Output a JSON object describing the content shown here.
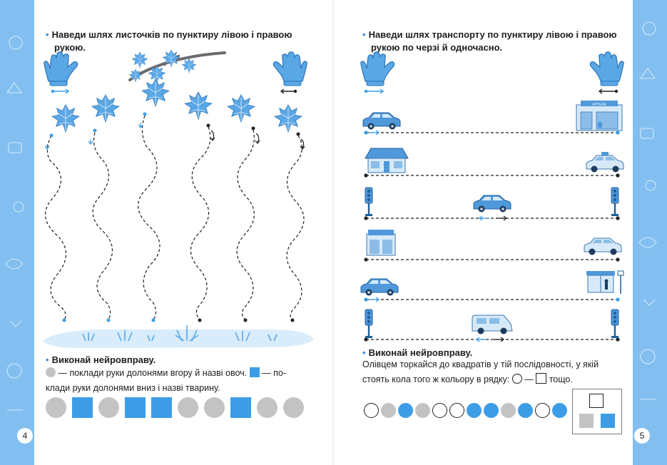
{
  "left_page": {
    "page_number": "4",
    "task1": {
      "line1": "Наведи шлях листочків по пунктиру лівою і правою",
      "line2": "рукою."
    },
    "task2": {
      "title": "Виконай нейровправу.",
      "line1_a": "— поклади руки долонями вгору й назві овоч.",
      "line1_b": "— по-",
      "line2": "клади руки долонями вниз і назві тварину."
    },
    "sequence": [
      "circle",
      "square",
      "circle",
      "square",
      "square",
      "circle",
      "circle",
      "square",
      "circle",
      "circle"
    ]
  },
  "right_page": {
    "page_number": "5",
    "task1": {
      "line1": "Наведи шлях транспорту по пунктиру лівою і правою",
      "line2": "рукою по черзі й одночасно."
    },
    "task2": {
      "title": "Виконай нейровправу.",
      "line1": "Олівцем торкайся до квадратів у тій послідовності, у якій",
      "line2_a": "стоять кола того ж кольору в рядку:",
      "line2_b": "—",
      "line2_c": "тощо."
    },
    "sequence": [
      "white",
      "gray",
      "blue",
      "gray",
      "white",
      "white",
      "blue",
      "blue",
      "gray",
      "blue",
      "white",
      "blue"
    ],
    "pharmacy_sign": "АПТЕКА"
  },
  "colors": {
    "edge": "#82bff0",
    "blue": "#3c9de6",
    "gray": "#c3c3c3",
    "leaf": "#5aa7e6"
  }
}
